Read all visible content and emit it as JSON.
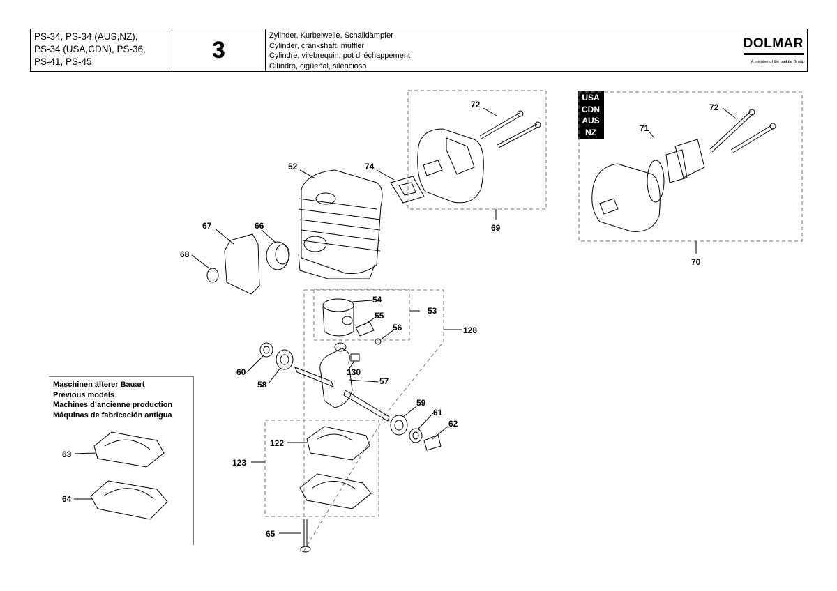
{
  "header": {
    "models": [
      "PS-34, PS-34 (AUS,NZ),",
      "PS-34 (USA,CDN), PS-36,",
      "PS-41, PS-45"
    ],
    "group_number": "3",
    "titles": [
      "Zylinder, Kurbelwelle, Schalldämpfer",
      "Cylinder, crankshaft, muffler",
      "Cylindre, vilebrequin, pot d’ échappement",
      "Cilíndro, cigüeñal, silencioso"
    ],
    "brand": "DOLMAR",
    "brand_sub_prefix": "A member of the",
    "brand_sub_maker": "makita",
    "brand_sub_suffix": "Group"
  },
  "region_tag": [
    "USA",
    "CDN",
    "AUS",
    "NZ"
  ],
  "previous_models": [
    "Maschinen älterer Bauart",
    "Previous models",
    "Machines d’ancienne production",
    "Máquinas de fabricación antigua"
  ],
  "callouts": {
    "c52": "52",
    "c54": "54",
    "c53": "53",
    "c55": "55",
    "c56": "56",
    "c57": "57",
    "c58": "58",
    "c59": "59",
    "c60": "60",
    "c61": "61",
    "c62": "62",
    "c63": "63",
    "c64": "64",
    "c65": "65",
    "c66": "66",
    "c67": "67",
    "c68": "68",
    "c69": "69",
    "c70": "70",
    "c71": "71",
    "c72a": "72",
    "c72b": "72",
    "c74": "74",
    "c122": "122",
    "c123": "123",
    "c128": "128",
    "c130": "130"
  }
}
